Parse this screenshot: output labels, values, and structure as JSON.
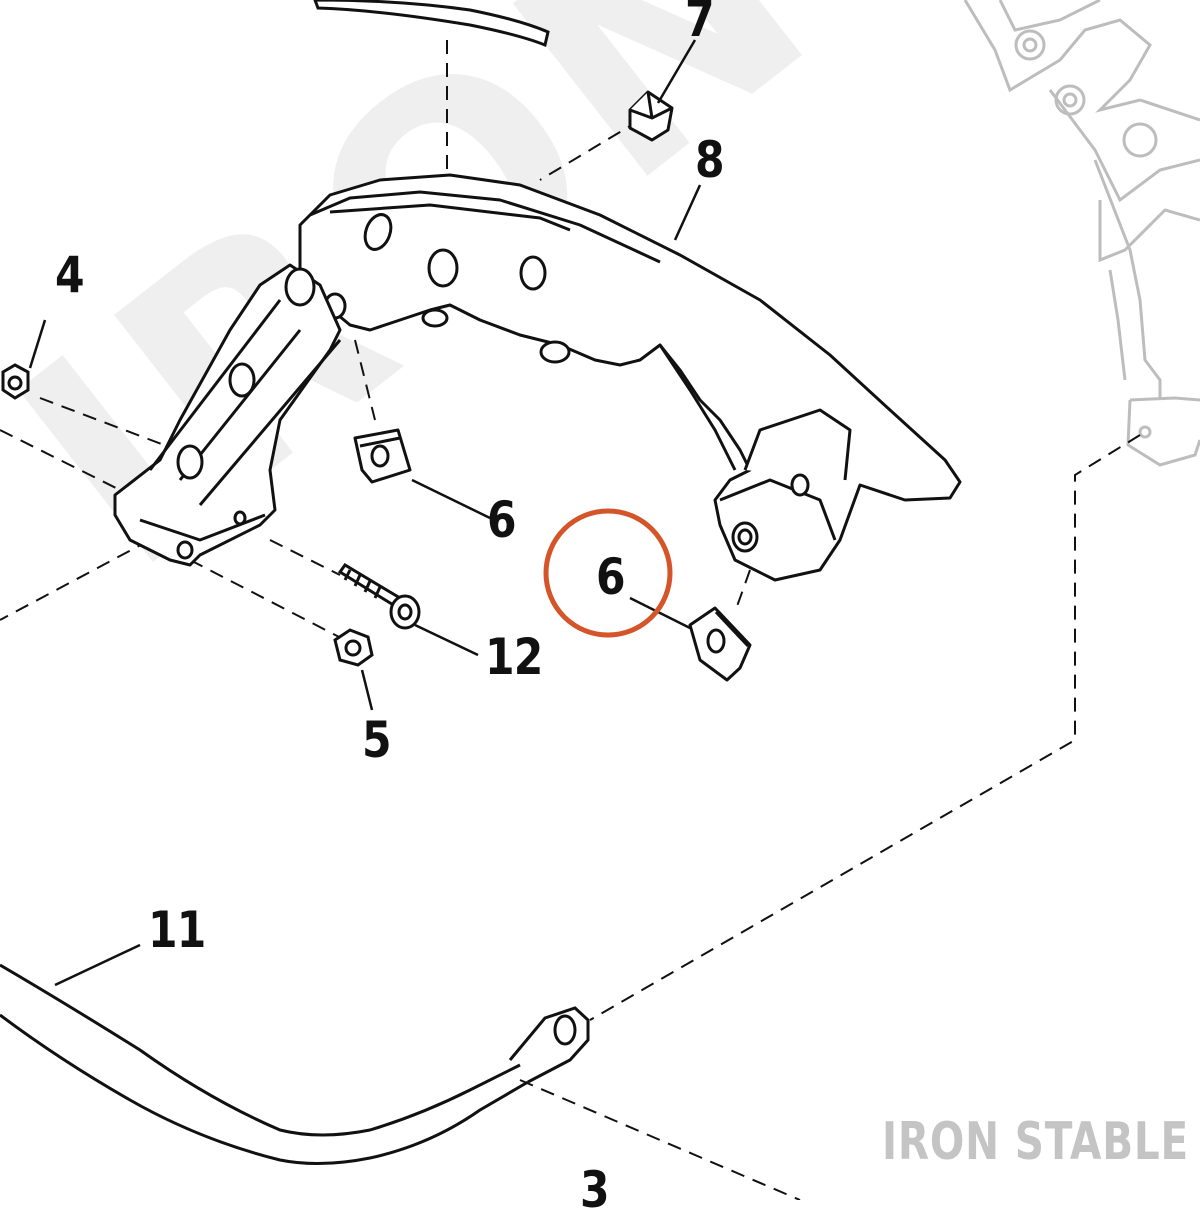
{
  "watermark": {
    "text": "IRON STABLE"
  },
  "brand": {
    "text": "IRON STABLE"
  },
  "callouts": {
    "part_3": "3",
    "part_4": "4",
    "part_5": "5",
    "part_6_upper": "6",
    "part_6_highlighted": "6",
    "part_7": "7",
    "part_8": "8",
    "part_11": "11",
    "part_12": "12"
  },
  "colors": {
    "highlight_circle": "#d4552a",
    "line_art": "#111111",
    "ghost_line_art": "#bdbdbd",
    "watermark": "#ececec"
  }
}
